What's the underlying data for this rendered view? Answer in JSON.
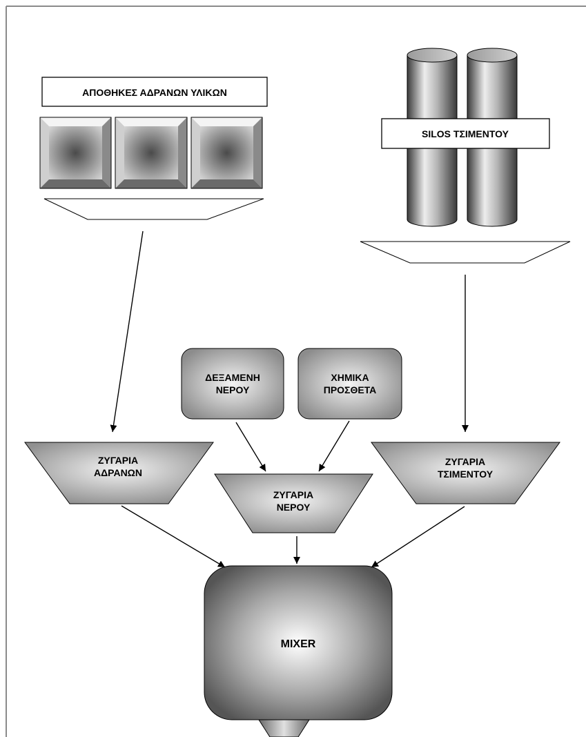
{
  "aggregate_storage": {
    "title": "ΑΠΟΘΗΚΕΣ ΑΔΡΑΝΩΝ ΥΛΙΚΩΝ"
  },
  "cement_silos": {
    "title": "SILOS ΤΣΙΜΕΝΤΟΥ"
  },
  "water_tank": {
    "line1": "ΔΕΞΑΜΕΝΗ",
    "line2": "ΝΕΡΟΥ"
  },
  "chemicals": {
    "line1": "ΧΗΜΙΚΑ",
    "line2": "ΠΡΟΣΘΕΤΑ"
  },
  "aggregate_scale": {
    "line1": "ΖΥΓΑΡΙΑ",
    "line2": "ΑΔΡΑΝΩΝ"
  },
  "water_scale": {
    "line1": "ΖΥΓΑΡΙΑ",
    "line2": "ΝΕΡΟΥ"
  },
  "cement_scale": {
    "line1": "ΖΥΓΑΡΙΑ",
    "line2": "ΤΣΙΜΕΝΤΟΥ"
  },
  "mixer": {
    "label": "MIXER"
  }
}
